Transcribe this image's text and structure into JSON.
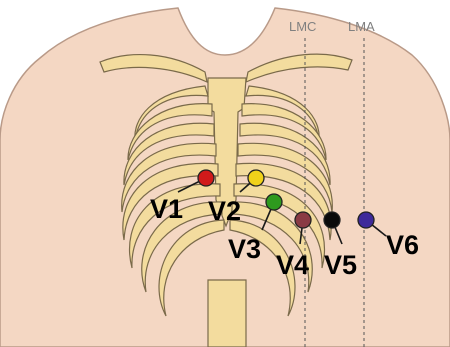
{
  "reference_lines": [
    {
      "id": "lmc",
      "label": "LMC"
    },
    {
      "id": "lma",
      "label": "LMA"
    }
  ],
  "electrodes": [
    {
      "id": "v1",
      "label": "V1",
      "color": "#d01a1a"
    },
    {
      "id": "v2",
      "label": "V2",
      "color": "#f0d21a"
    },
    {
      "id": "v3",
      "label": "V3",
      "color": "#2e9a1e"
    },
    {
      "id": "v4",
      "label": "V4",
      "color": "#8a3a44"
    },
    {
      "id": "v5",
      "label": "V5",
      "color": "#0a0a0a"
    },
    {
      "id": "v6",
      "label": "V6",
      "color": "#3e2a9a"
    }
  ],
  "colors": {
    "skin": "#f4d7c3",
    "skin_outline": "#b99a88",
    "bone": "#f3dc9e",
    "bone_outline": "#7a6a4a",
    "reference_line": "#555555"
  }
}
